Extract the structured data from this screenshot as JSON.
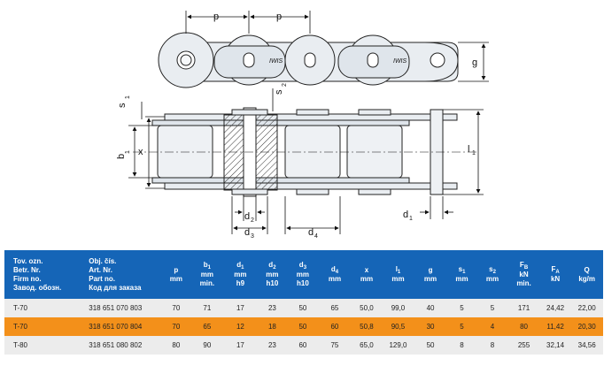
{
  "drawing": {
    "labels": {
      "p": "p",
      "g": "g",
      "x": "x",
      "s": "s",
      "b": "b",
      "d": "d",
      "l": "l",
      "sub1": "1",
      "sub2": "2",
      "sub3": "3",
      "sub4": "4"
    },
    "logo_text": "IWIS"
  },
  "table": {
    "headers": [
      {
        "lines": [
          "Tov. ozn.",
          "Betr. Nr.",
          "Firm no.",
          "Завод. обозн."
        ],
        "align": "left"
      },
      {
        "lines": [
          "Obj. čís.",
          "Art. Nr.",
          "Part no.",
          "Код для заказа"
        ],
        "align": "left"
      },
      {
        "lines": [
          "p",
          "mm"
        ]
      },
      {
        "lines": [
          "b",
          "mm",
          "min."
        ],
        "sub": "1"
      },
      {
        "lines": [
          "d",
          "mm",
          "h9"
        ],
        "sub": "1"
      },
      {
        "lines": [
          "d",
          "mm",
          "h10"
        ],
        "sub": "2"
      },
      {
        "lines": [
          "d",
          "mm",
          "h10"
        ],
        "sub": "3"
      },
      {
        "lines": [
          "d",
          "mm"
        ],
        "sub": "4"
      },
      {
        "lines": [
          "x",
          "mm"
        ]
      },
      {
        "lines": [
          "l",
          "mm"
        ],
        "sub": "1"
      },
      {
        "lines": [
          "g",
          "mm"
        ]
      },
      {
        "lines": [
          "s",
          "mm"
        ],
        "sub": "1"
      },
      {
        "lines": [
          "s",
          "mm"
        ],
        "sub": "2"
      },
      {
        "lines": [
          "F",
          "kN",
          "min."
        ],
        "sub": "B"
      },
      {
        "lines": [
          "F",
          "kN"
        ],
        "sub": "A"
      },
      {
        "lines": [
          "Q",
          "kg/m"
        ]
      }
    ],
    "rows": [
      [
        "T-70",
        "318 651 070 803",
        "70",
        "71",
        "17",
        "23",
        "50",
        "65",
        "50,0",
        "99,0",
        "40",
        "5",
        "5",
        "171",
        "24,42",
        "22,00"
      ],
      [
        "T-70",
        "318 651 070 804",
        "70",
        "65",
        "12",
        "18",
        "50",
        "60",
        "50,8",
        "90,5",
        "30",
        "5",
        "4",
        "80",
        "11,42",
        "20,30"
      ],
      [
        "T-80",
        "318 651 080 802",
        "80",
        "90",
        "17",
        "23",
        "60",
        "75",
        "65,0",
        "129,0",
        "50",
        "8",
        "8",
        "255",
        "32,14",
        "34,56"
      ]
    ],
    "row_styles": [
      "alt",
      "hl",
      "alt"
    ]
  },
  "colors": {
    "header_bg": "#1565b7",
    "highlight": "#f3901a",
    "alt_row": "#ececec",
    "part_fill": "#e9edf1",
    "line": "#222222"
  }
}
